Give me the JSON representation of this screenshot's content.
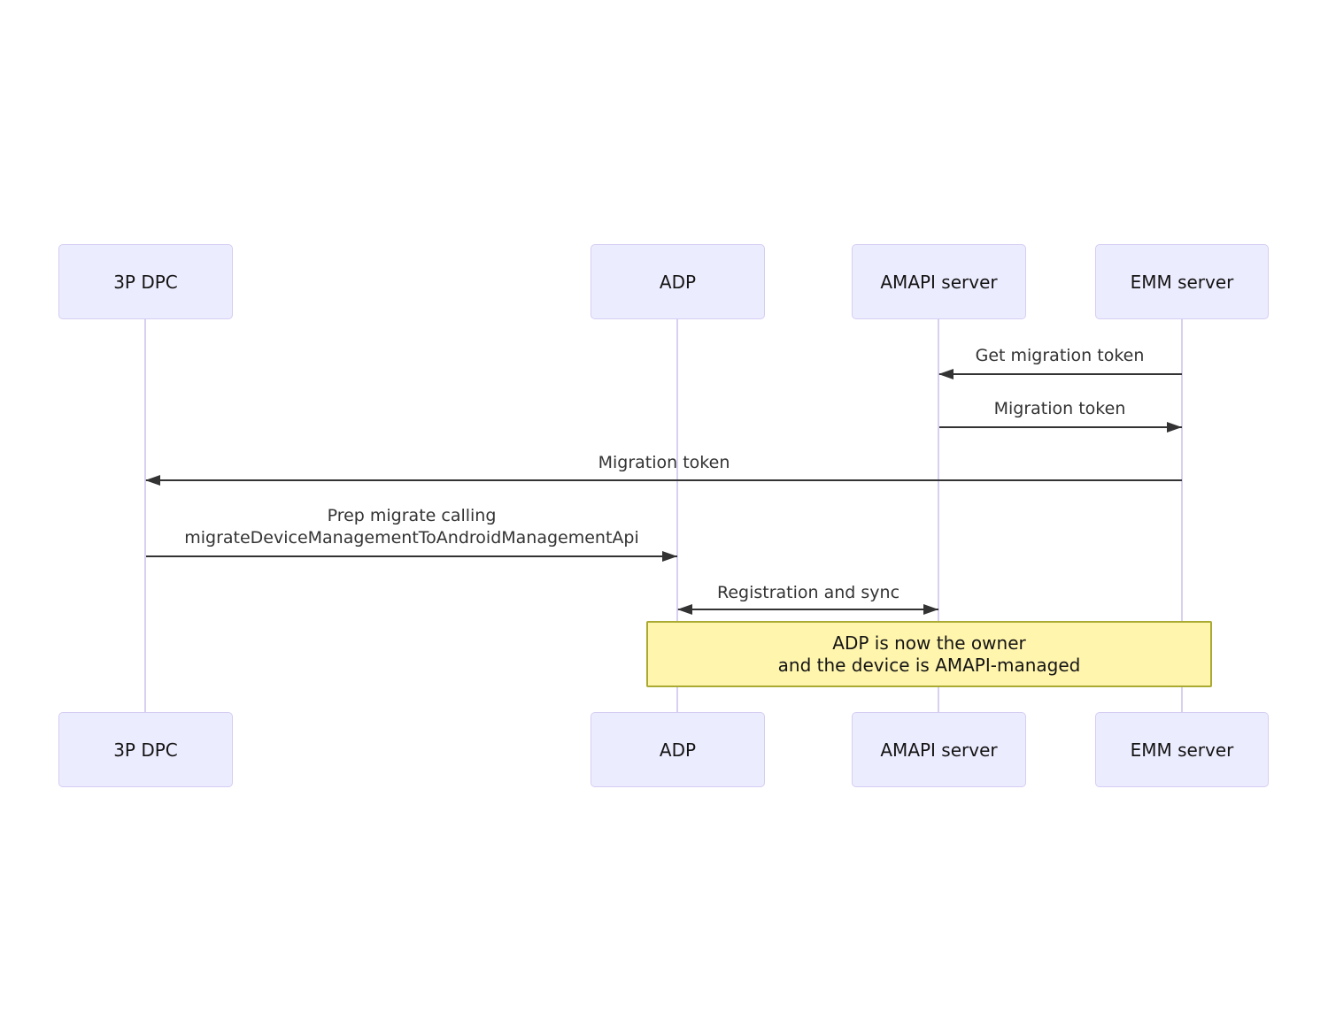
{
  "diagram": {
    "type": "sequence-diagram",
    "actors": [
      {
        "label": "3P DPC"
      },
      {
        "label": "ADP"
      },
      {
        "label": "AMAPI server"
      },
      {
        "label": "EMM server"
      }
    ],
    "messages": [
      {
        "label": "Get migration token",
        "from": "EMM server",
        "to": "AMAPI server",
        "arrow": "left"
      },
      {
        "label": "Migration token",
        "from": "AMAPI server",
        "to": "EMM server",
        "arrow": "right"
      },
      {
        "label": "Migration token",
        "from": "EMM server",
        "to": "3P DPC",
        "arrow": "left"
      },
      {
        "label": "Prep migrate calling migrateDeviceManagementToAndroidManagementApi",
        "lines": [
          "Prep migrate calling",
          "migrateDeviceManagementToAndroidManagementApi"
        ],
        "from": "3P DPC",
        "to": "ADP",
        "arrow": "right"
      },
      {
        "label": "Registration and sync",
        "from": "ADP",
        "to": "AMAPI server",
        "arrow": "both"
      }
    ],
    "note": {
      "lines": [
        "ADP is now the owner",
        "and the device is AMAPI-managed"
      ],
      "spans": [
        "ADP",
        "EMM server"
      ]
    },
    "colors": {
      "background": "#ffffff",
      "actor_fill": "#ECECFF",
      "actor_border": "#D5CDF2",
      "actor_text": "#141414",
      "lifeline": "#D8D0F0",
      "message": "#333333",
      "note_fill": "#FFF5AD",
      "note_border": "#AAAA33",
      "note_text": "#141414"
    }
  }
}
